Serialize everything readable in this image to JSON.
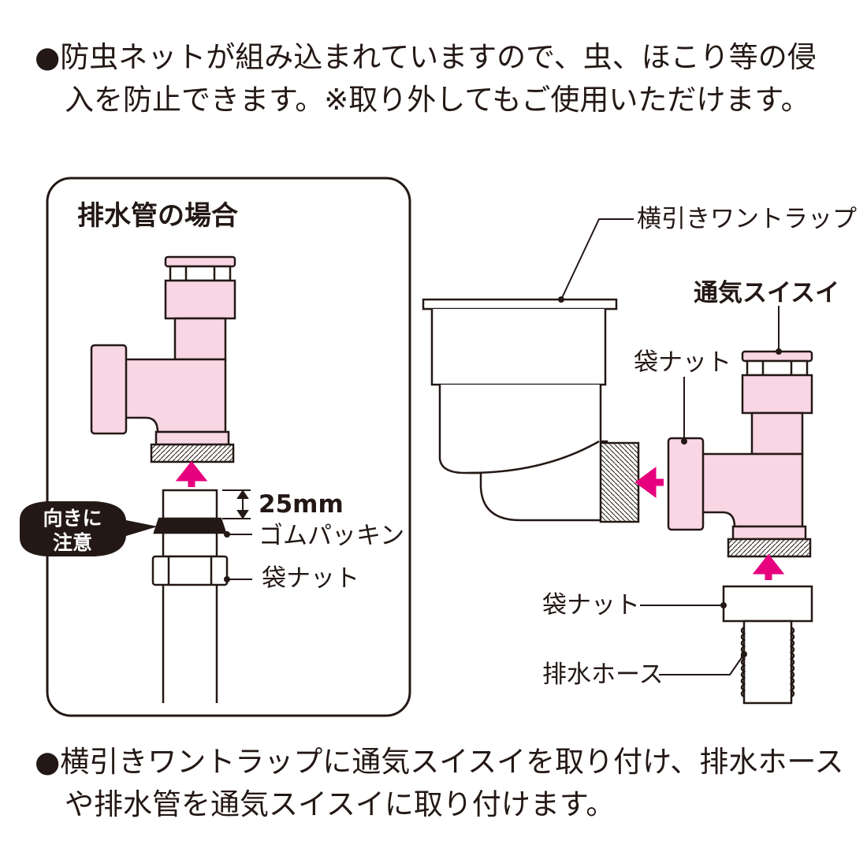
{
  "top_note": {
    "line1": "●防虫ネットが組み込まれていますので、虫、ほこり等の侵",
    "line2": "入を防止できます。※取り外してもご使用いただけます。"
  },
  "bottom_note": {
    "line1": "●横引きワントラップに通気スイスイを取り付け、排水ホース",
    "line2": "や排水管を通気スイスイに取り付けます。"
  },
  "inset": {
    "title": "排水管の場合",
    "caution_line1": "向きに",
    "caution_line2": "注意",
    "dimension": "25mm",
    "gasket_label": "ゴムパッキン",
    "nut_label": "袋ナット"
  },
  "main": {
    "trap_label": "横引きワントラップ",
    "product_label": "通気スイスイ",
    "nut_label_upper": "袋ナット",
    "nut_label_lower": "袋ナット",
    "hose_label": "排水ホース"
  },
  "colors": {
    "pink_fill": "#f8d6e3",
    "arrow_magenta": "#e6007e",
    "line": "#231815"
  }
}
